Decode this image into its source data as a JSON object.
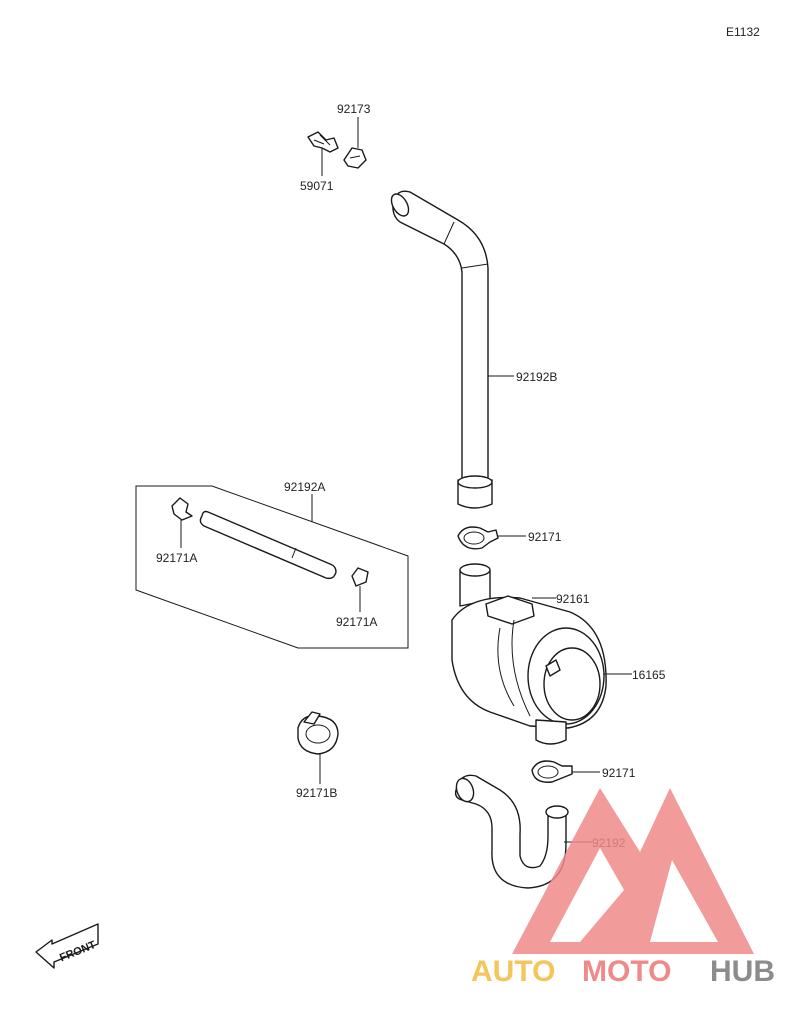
{
  "diagram_code": "E1132",
  "callouts": {
    "c92173": "92173",
    "c59071": "59071",
    "c92192B": "92192B",
    "c92192A": "92192A",
    "c92171A_left": "92171A",
    "c92171A_right": "92171A",
    "c92171_top": "92171",
    "c92161": "92161",
    "c16165": "16165",
    "c92171B": "92171B",
    "c92171_bottom": "92171",
    "c92192": "92192"
  },
  "front_label": "FRONT",
  "watermark": {
    "part1": "AUTO",
    "part2": "MOTO",
    "part3": "HUB",
    "color_auto": "#f4c55a",
    "color_moto": "#f08a8a",
    "color_hub": "#8c8c8c",
    "color_logo": "#f08a8a"
  }
}
